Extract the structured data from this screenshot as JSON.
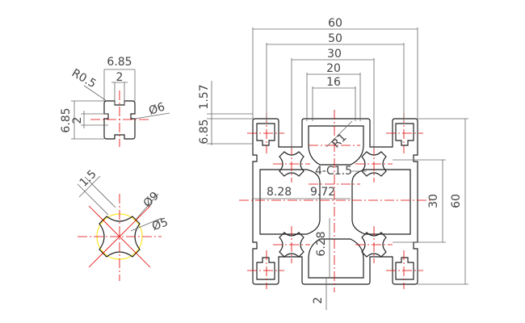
{
  "colors": {
    "outline": "#222222",
    "dimension": "#666666",
    "centerline": "#e00000",
    "highlight": "#ffe000",
    "background": "#ffffff"
  },
  "slot_detail": {
    "width": "6.85",
    "opening": "2",
    "radius": "R0.5",
    "height": "6.85",
    "web": "2",
    "diameter": "Ø6"
  },
  "core_detail": {
    "wall": "1.5",
    "outer_diameter": "Ø9",
    "inner_diameter": "Ø5"
  },
  "profile": {
    "top_dims": [
      "60",
      "50",
      "30",
      "20",
      "16"
    ],
    "left_dims": [
      "1.57",
      "6.85"
    ],
    "radius": "R1",
    "chamfer": "4-C1.5",
    "horizontal_dims": [
      "8.28",
      "9.72"
    ],
    "right_dims": [
      "30",
      "60"
    ],
    "vertical_dims": [
      "6.28"
    ],
    "bottom_dim": "2"
  }
}
